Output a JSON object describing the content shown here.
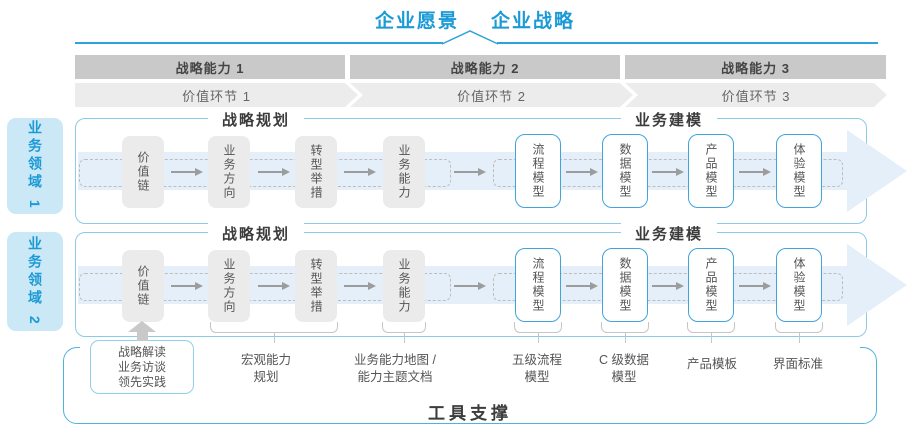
{
  "title": {
    "vision": "企业愿景",
    "strategy": "企业战略"
  },
  "capability_bars": [
    "战略能力 1",
    "战略能力 2",
    "战略能力 3"
  ],
  "value_links": [
    "价值环节 1",
    "价值环节 2",
    "价值环节 3"
  ],
  "domains": [
    {
      "label": "业务领域 1",
      "planning_title": "战略规划",
      "modeling_title": "业务建模",
      "planning_boxes": [
        "价值链",
        "业务方向",
        "转型举措",
        "业务能力"
      ],
      "modeling_boxes": [
        "流程模型",
        "数据模型",
        "产品模型",
        "体验模型"
      ]
    },
    {
      "label": "业务领域 2",
      "planning_title": "战略规划",
      "modeling_title": "业务建模",
      "planning_boxes": [
        "价值链",
        "业务方向",
        "转型举措",
        "业务能力"
      ],
      "modeling_boxes": [
        "流程模型",
        "数据模型",
        "产品模型",
        "体验模型"
      ]
    }
  ],
  "annotations": {
    "inputs": {
      "line1": "战略解读",
      "line2": "业务访谈",
      "line3": "领先实践"
    },
    "macro": {
      "line1": "宏观能力",
      "line2": "规划"
    },
    "capability_map": {
      "line1": "业务能力地图 /",
      "line2": "能力主题文档"
    },
    "process": {
      "line1": "五级流程",
      "line2": "模型"
    },
    "data_model": {
      "line1": "C 级数据",
      "line2": "模型"
    },
    "product": {
      "line1": "产品模板"
    },
    "ui": {
      "line1": "界面标准"
    }
  },
  "footer": {
    "tool_support": "工具支撑"
  },
  "colors": {
    "accent_blue": "#1b9ad6",
    "panel_border": "#8ccae9",
    "box_border": "#41a5da",
    "flow_band": "#e4eff9",
    "bar_gray": "#c9c9c9",
    "chevron_gray": "#ececec"
  }
}
